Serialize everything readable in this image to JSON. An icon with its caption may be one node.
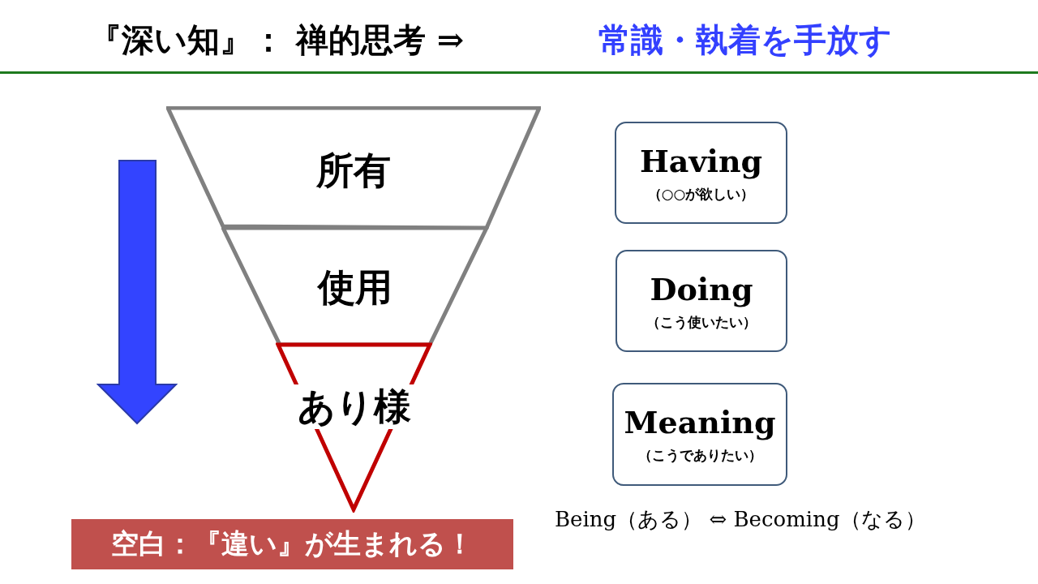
{
  "diagram": {
    "title": "『深い知』： 禅的思考 ⇒",
    "nodes": [
      {
        "text": [
          "所有"
        ]
      },
      {
        "text": [
          "使用"
        ]
      },
      {
        "text": [
          "あり様"
        ]
      },
      {
        "text": [
          "Having",
          "（○○が欲しい）"
        ]
      },
      {
        "text": [
          "Doing",
          "（こう使いたい）"
        ]
      },
      {
        "text": [
          "Meaning",
          "（こうでありたい）"
        ]
      },
      {
        "text": [
          "空白：『違い』が生まれる！"
        ]
      }
    ],
    "edges": [],
    "labels": [
      "常識・執着を手放す",
      "Being（ある） ⇔ Becoming（なる）"
    ]
  }
}
